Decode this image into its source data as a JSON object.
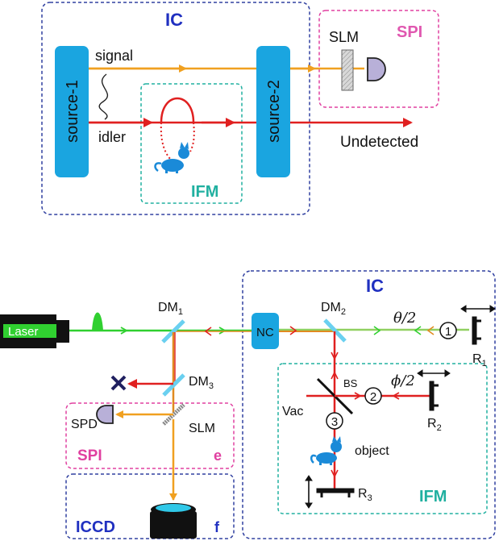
{
  "top": {
    "ic_label": "IC",
    "spi_label": "SPI",
    "ifm_label": "IFM",
    "source1": "source-1",
    "source2": "source-2",
    "signal": "signal",
    "idler": "idler",
    "slm": "SLM",
    "undetected": "Undetected"
  },
  "bottom": {
    "ic_label": "IC",
    "laser": "Laser",
    "dm1": "DM",
    "dm1_sub": "1",
    "dm2": "DM",
    "dm2_sub": "2",
    "dm3": "DM",
    "dm3_sub": "3",
    "nc": "NC",
    "theta": "θ/2",
    "phi": "ϕ/2",
    "num1": "1",
    "num2": "2",
    "num3": "3",
    "r1": "R",
    "r1_sub": "1",
    "r2": "R",
    "r2_sub": "2",
    "r3": "R",
    "r3_sub": "3",
    "bs": "BS",
    "vac": "Vac",
    "object": "object",
    "ifm_label": "IFM",
    "spd": "SPD",
    "slm": "SLM",
    "spi_label": "SPI",
    "panel_e": "e",
    "iccd_label": "ICCD",
    "panel_f": "f"
  },
  "colors": {
    "signal": "#f0a020",
    "idler": "#e02020",
    "pump": "#30d030",
    "source": "#1aa5e0",
    "ic_border": "#3040a0",
    "spi": "#e040a0",
    "ifm": "#20b0a0",
    "cat": "#1a8ad8"
  }
}
